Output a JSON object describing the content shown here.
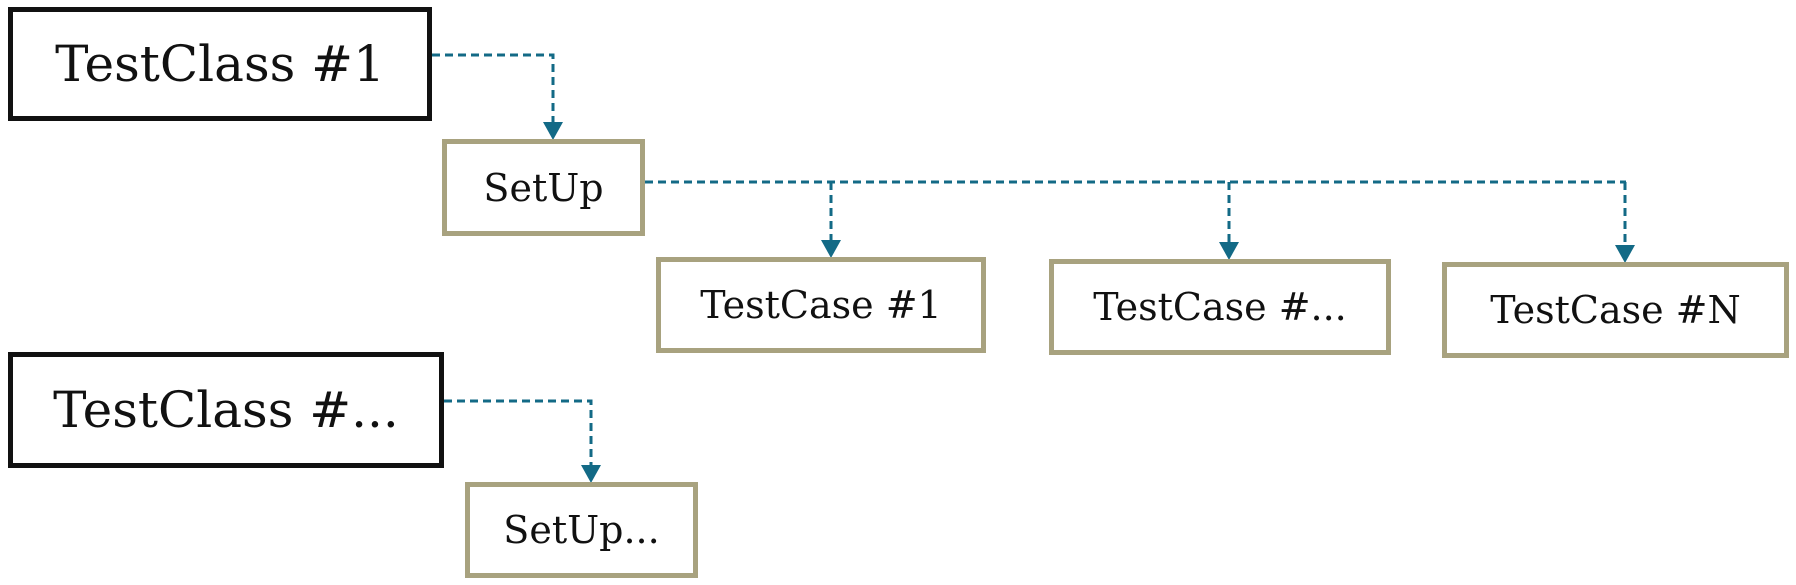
{
  "diagram": {
    "nodes": {
      "test_class_1": "TestClass #1",
      "setup_1": "SetUp",
      "test_case_1": "TestCase #1",
      "test_case_mid": "TestCase #...",
      "test_case_n": "TestCase #N",
      "test_class_more": "TestClass #...",
      "setup_more": "SetUp..."
    },
    "edges": [
      {
        "from": "TestClass #1",
        "to": "SetUp"
      },
      {
        "from": "SetUp",
        "to": "TestCase #1"
      },
      {
        "from": "SetUp",
        "to": "TestCase #..."
      },
      {
        "from": "SetUp",
        "to": "TestCase #N"
      },
      {
        "from": "TestClass #...",
        "to": "SetUp..."
      }
    ],
    "colors": {
      "connector": "#136a86",
      "class_border": "#111111",
      "step_border": "#a8a27f"
    }
  }
}
